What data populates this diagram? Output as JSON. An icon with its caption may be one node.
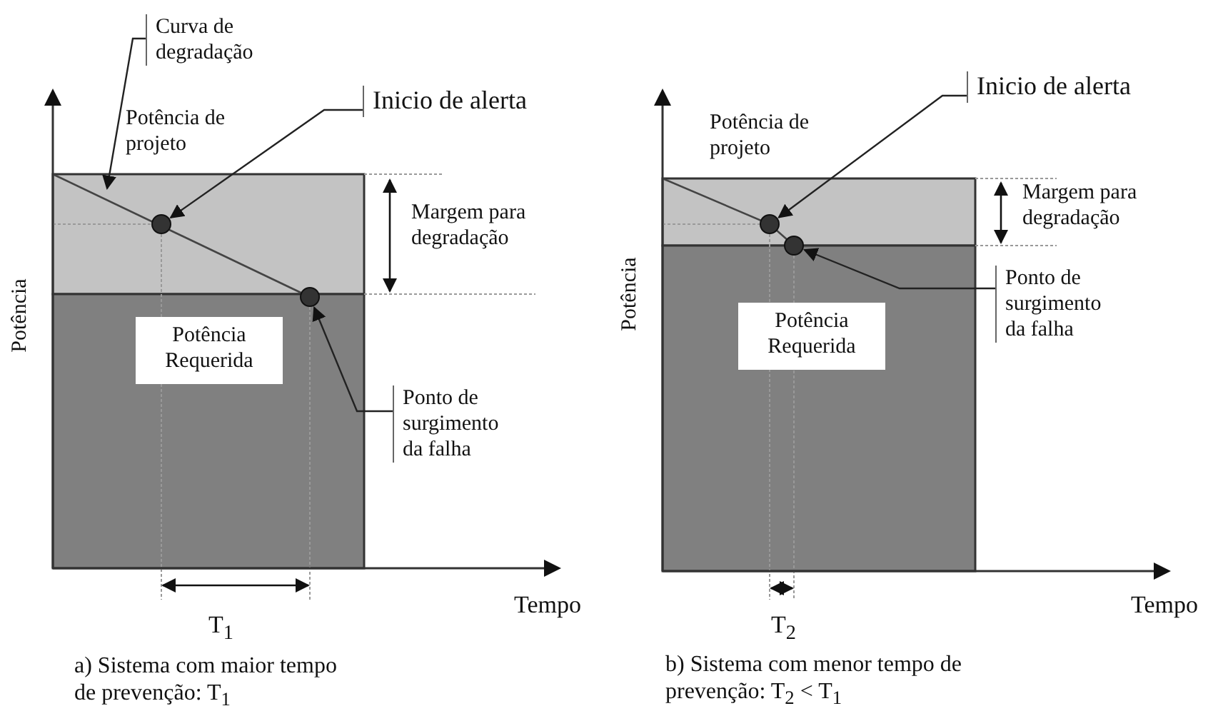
{
  "diagram": {
    "nodes": [
      {
        "text": [
          "Curva de degradação"
        ]
      },
      {
        "text": [
          "Inicio de alerta"
        ]
      },
      {
        "text": [],
        "shape": "circle"
      },
      {
        "text": [],
        "shape": "circle"
      },
      {
        "text": [
          "Potência Requerida"
        ]
      },
      {
        "text": [
          "Ponto de surgimento da falha"
        ]
      },
      {
        "text": [
          "Inicio de alerta"
        ]
      },
      {
        "text": [],
        "shape": "circle"
      },
      {
        "text": [],
        "shape": "circle"
      },
      {
        "text": [
          "Ponto de surgimento da falha"
        ]
      },
      {
        "text": [
          "Potência Requerida"
        ]
      }
    ],
    "edges": [
      {
        "from": 0,
        "to": null,
        "arrow": "to"
      },
      {
        "from": 1,
        "to": 2,
        "arrow": "to"
      },
      {
        "from": 5,
        "to": 3,
        "arrow": "to"
      },
      {
        "from": 6,
        "to": 7,
        "arrow": "to"
      },
      {
        "from": 9,
        "to": 8,
        "arrow": "to"
      }
    ],
    "labels": [
      "Potência de projeto",
      "Margem para degradação",
      "Potência",
      "Tempo",
      "T$_{1}$",
      "a) Sistema com maior tempo de prevenção: T$_{1}$",
      "Potência de projeto",
      "Margem para degradação",
      "Potência",
      "Tempo",
      "T$_{2}$",
      "b) Sistema com menor tempo de prevenção: T$_{2}$ < T$_{1}$"
    ]
  }
}
